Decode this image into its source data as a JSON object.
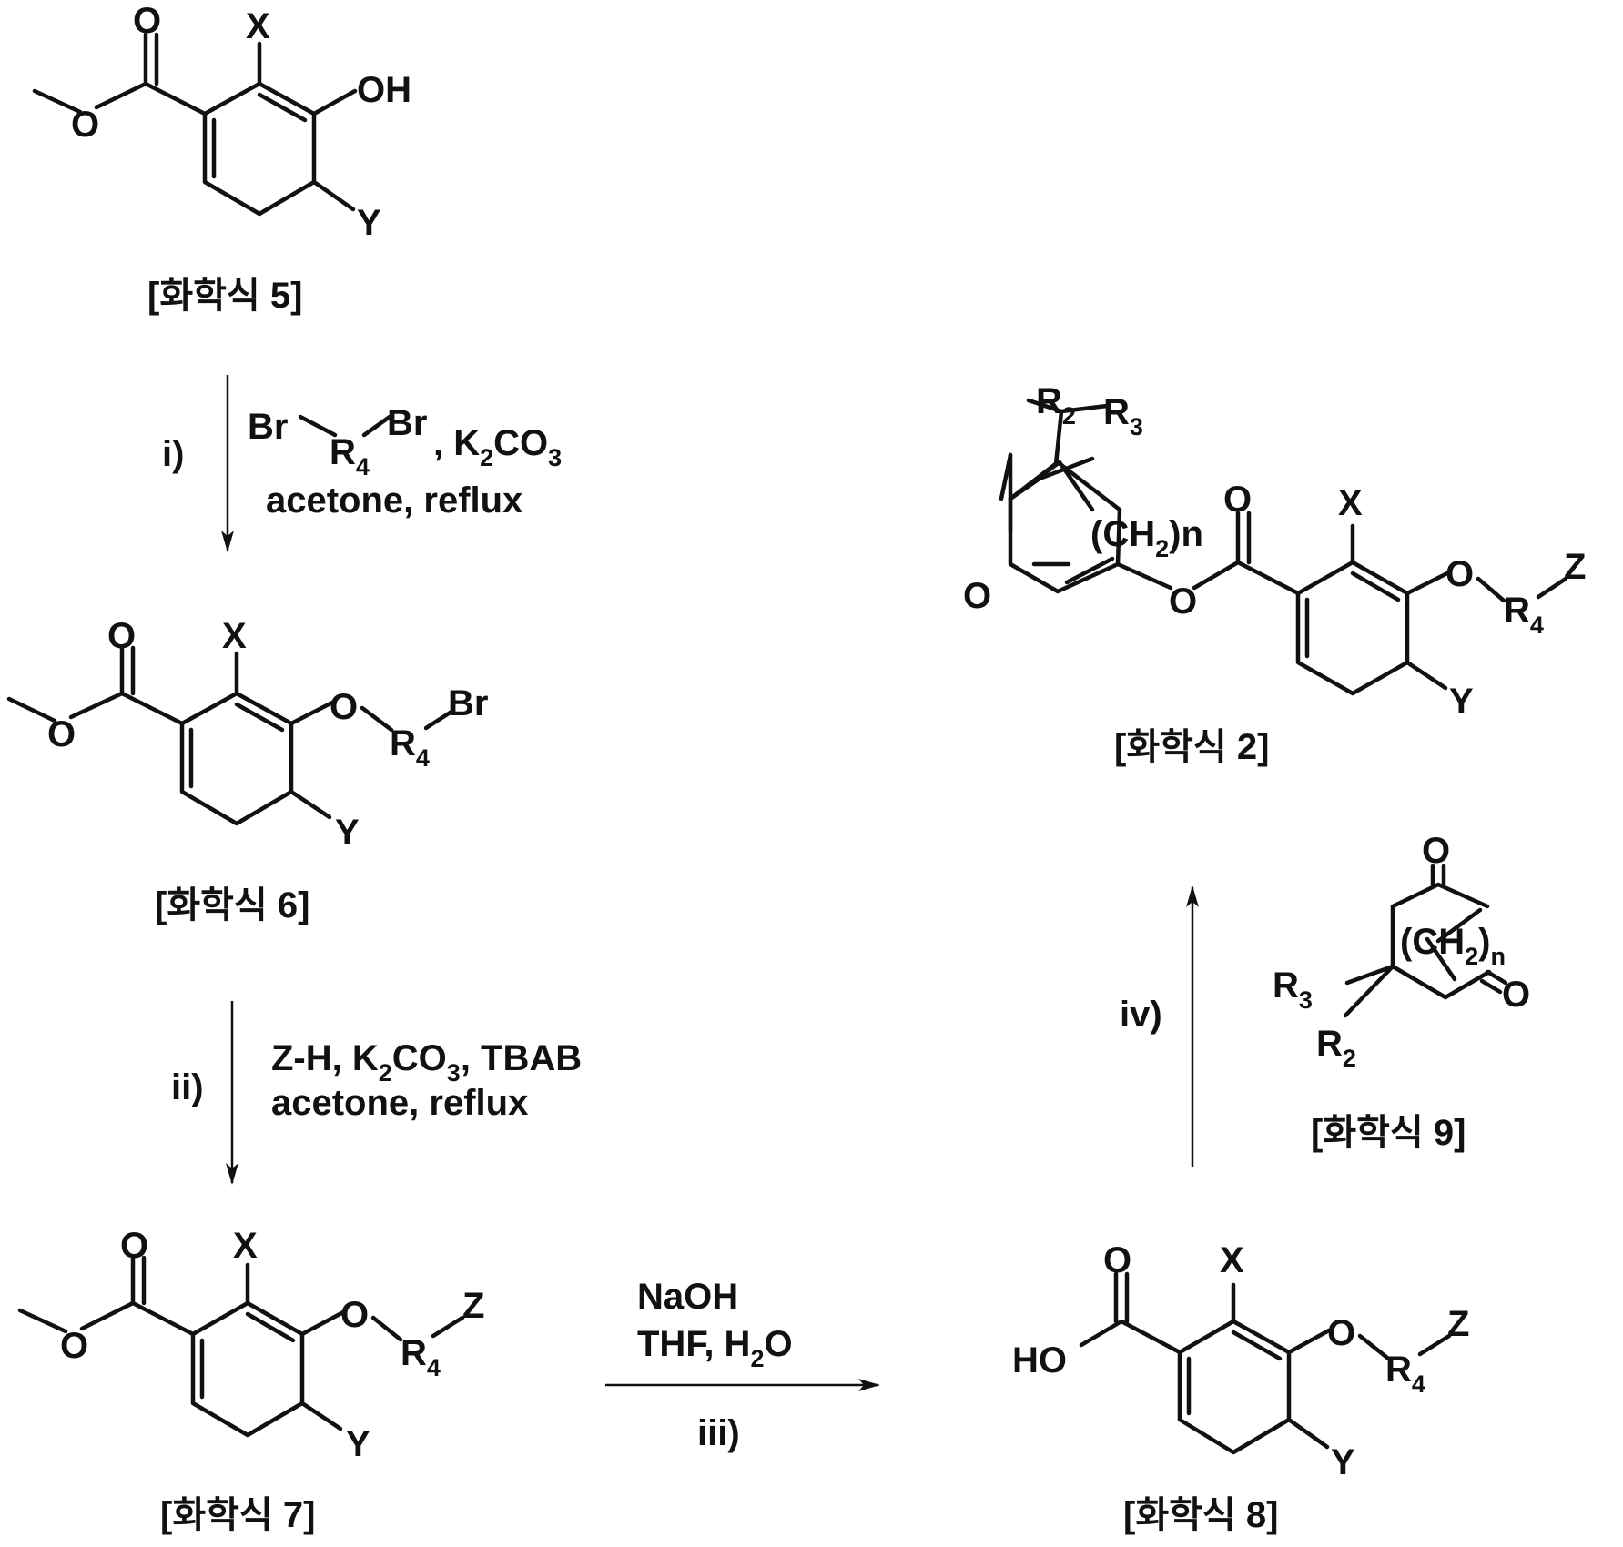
{
  "compounds": {
    "c5": {
      "caption": "[화학식 5]",
      "X": "X",
      "Y": "Y",
      "O_carbonyl": "O",
      "O_ester": "O",
      "OH": "OH"
    },
    "c6": {
      "caption": "[화학식 6]",
      "X": "X",
      "Y": "Y",
      "O_carbonyl": "O",
      "O_ester": "O",
      "O_ether": "O",
      "R": "R",
      "R_sub": "4",
      "Br": "Br"
    },
    "c7": {
      "caption": "[화학식 7]",
      "X": "X",
      "Y": "Y",
      "O_carbonyl": "O",
      "O_ester": "O",
      "O_ether": "O",
      "R": "R",
      "R_sub": "4",
      "Z": "Z"
    },
    "c8": {
      "caption": "[화학식 8]",
      "X": "X",
      "Y": "Y",
      "O_carbonyl": "O",
      "HO": "HO",
      "O_ether": "O",
      "R": "R",
      "R_sub": "4",
      "Z": "Z"
    },
    "c2": {
      "caption": "[화학식 2]",
      "X": "X",
      "Y": "Y",
      "O_ketone": "O",
      "O_carbonyl": "O",
      "O_ester": "O",
      "O_ether": "O",
      "R": "R",
      "R_sub": "4",
      "Z": "Z",
      "R2": "R",
      "R2_sub": "2",
      "R3": "R",
      "R3_sub": "3",
      "bridge": "(CH",
      "bridge_sub": "2",
      "bridge_end": ")n"
    },
    "c9": {
      "caption": "[화학식 9]",
      "O_top": "O",
      "O_right": "O",
      "R2": "R",
      "R2_sub": "2",
      "R3": "R",
      "R3_sub": "3",
      "bridge": "(CH",
      "bridge_sub": "2",
      "bridge_end": ")",
      "bridge_n": "n"
    }
  },
  "steps": {
    "i": {
      "label": "i)",
      "reagent_br_left": "Br",
      "reagent_r": "R",
      "reagent_r_sub": "4",
      "reagent_br_right": "Br",
      "reagent_tail": ", K",
      "k_sub": "2",
      "co": "CO",
      "co_sub": "3",
      "line2": "acetone, reflux"
    },
    "ii": {
      "label": "ii)",
      "line1_a": "Z-H, K",
      "k_sub": "2",
      "co": "CO",
      "co_sub": "3",
      "line1_b": ", TBAB",
      "line2": "acetone, reflux"
    },
    "iii": {
      "label": "iii)",
      "line1": "NaOH",
      "line2_a": "THF, H",
      "h_sub": "2",
      "line2_b": "O"
    },
    "iv": {
      "label": "iv)"
    }
  }
}
